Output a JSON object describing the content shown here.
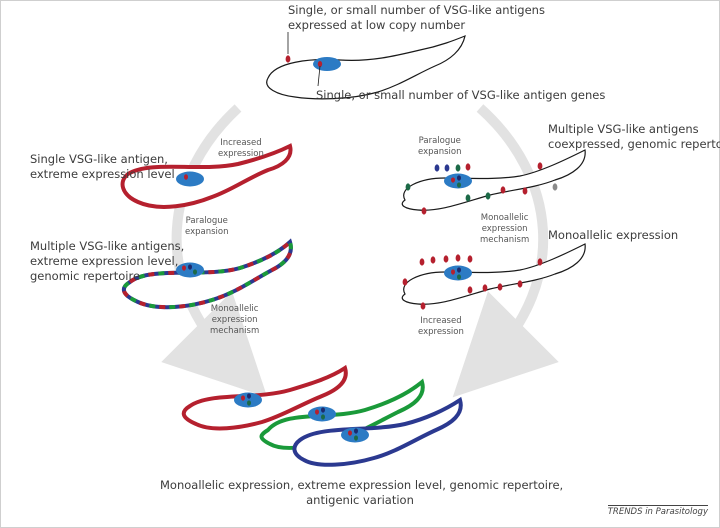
{
  "labels": {
    "top_antigens": [
      "Single, or small number of VSG-like antigens",
      "expressed at low copy number"
    ],
    "top_genes": "Single, or small number of VSG-like antigen genes",
    "single_extreme": [
      "Single VSG-like antigen,",
      "extreme expression level"
    ],
    "multiple_extreme": [
      "Multiple VSG-like antigens,",
      "extreme expression level,",
      "genomic repertoire"
    ],
    "multiple_coexpressed": [
      "Multiple VSG-like antigens",
      "coexpressed, genomic repertoire"
    ],
    "monoallelic_right": "Monoallelic expression",
    "bottom": [
      "Monoallelic expression, extreme expression level, genomic repertoire,",
      "antigenic variation"
    ]
  },
  "steps": {
    "increased_left": [
      "Increased",
      "expression"
    ],
    "paralogue_left": [
      "Paralogue",
      "expansion"
    ],
    "monoallelic_left": [
      "Monoallelic",
      "expression",
      "mechanism"
    ],
    "paralogue_right": [
      "Paralogue",
      "expansion"
    ],
    "monoallelic_right": [
      "Monoallelic",
      "expression",
      "mechanism"
    ],
    "increased_right": [
      "Increased",
      "expression"
    ]
  },
  "footer": "TRENDS in Parasitology",
  "colors": {
    "red": "#b5202e",
    "green": "#1a9a3a",
    "blue": "#2b3990",
    "nucleus": "#2c7bc4",
    "outline": "#1a1a1a",
    "arrow": "#e2e2e2",
    "gray_antigen": "#8a8a8a",
    "dark_green_antigen": "#1c6a47"
  }
}
